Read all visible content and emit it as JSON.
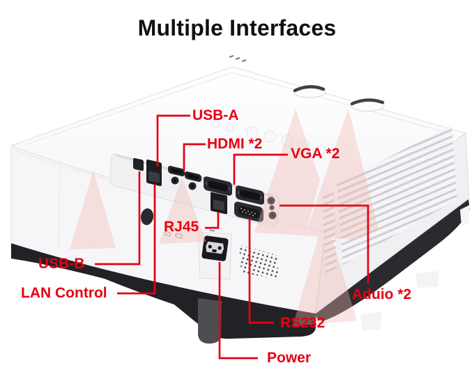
{
  "page": {
    "title": "Multiple Interfaces"
  },
  "colors": {
    "label_red": "#e60012",
    "title_black": "#101010"
  },
  "labels": {
    "usb_a": "USB-A",
    "hdmi": "HDMI *2",
    "vga": "VGA *2",
    "rj45": "RJ45",
    "usb_b": "USB-B",
    "lan_control": "LAN Control",
    "audio": "Aduio *2",
    "rs232": "RS232",
    "power": "Power"
  }
}
